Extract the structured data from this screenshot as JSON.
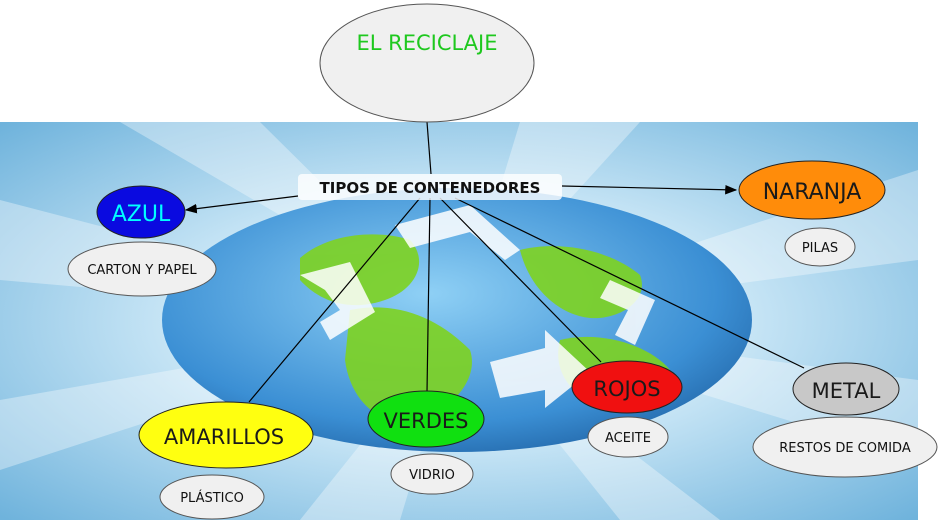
{
  "title": "EL RECICLAJE",
  "center_label": "TIPOS DE CONTENEDORES",
  "containers": [
    {
      "label": "AZUL",
      "content": "CARTON Y PAPEL",
      "color": "#0a0ae0",
      "text_color": "#00ffff"
    },
    {
      "label": "NARANJA",
      "content": "PILAS",
      "color": "#ff8c0a",
      "text_color": "#1a1a1a"
    },
    {
      "label": "AMARILLOS",
      "content": "PLÁSTICO",
      "color": "#ffff10",
      "text_color": "#1a1a1a"
    },
    {
      "label": "VERDES",
      "content": "VIDRIO",
      "color": "#10e010",
      "text_color": "#1a1a1a"
    },
    {
      "label": "ROJOS",
      "content": "ACEITE",
      "color": "#f01010",
      "text_color": "#1a1a1a"
    },
    {
      "label": "METAL",
      "content": "RESTOS DE COMIDA",
      "color": "#c8c8c8",
      "text_color": "#1a1a1a"
    }
  ],
  "colors": {
    "title_text": "#1ec81e",
    "bubble_fill": "#f0f0f0",
    "ocean": "#3b8fd4",
    "land": "#7ed321",
    "sky": "#a9d6ee"
  },
  "icons": [
    "recycle-arrows-icon",
    "globe-icon"
  ]
}
